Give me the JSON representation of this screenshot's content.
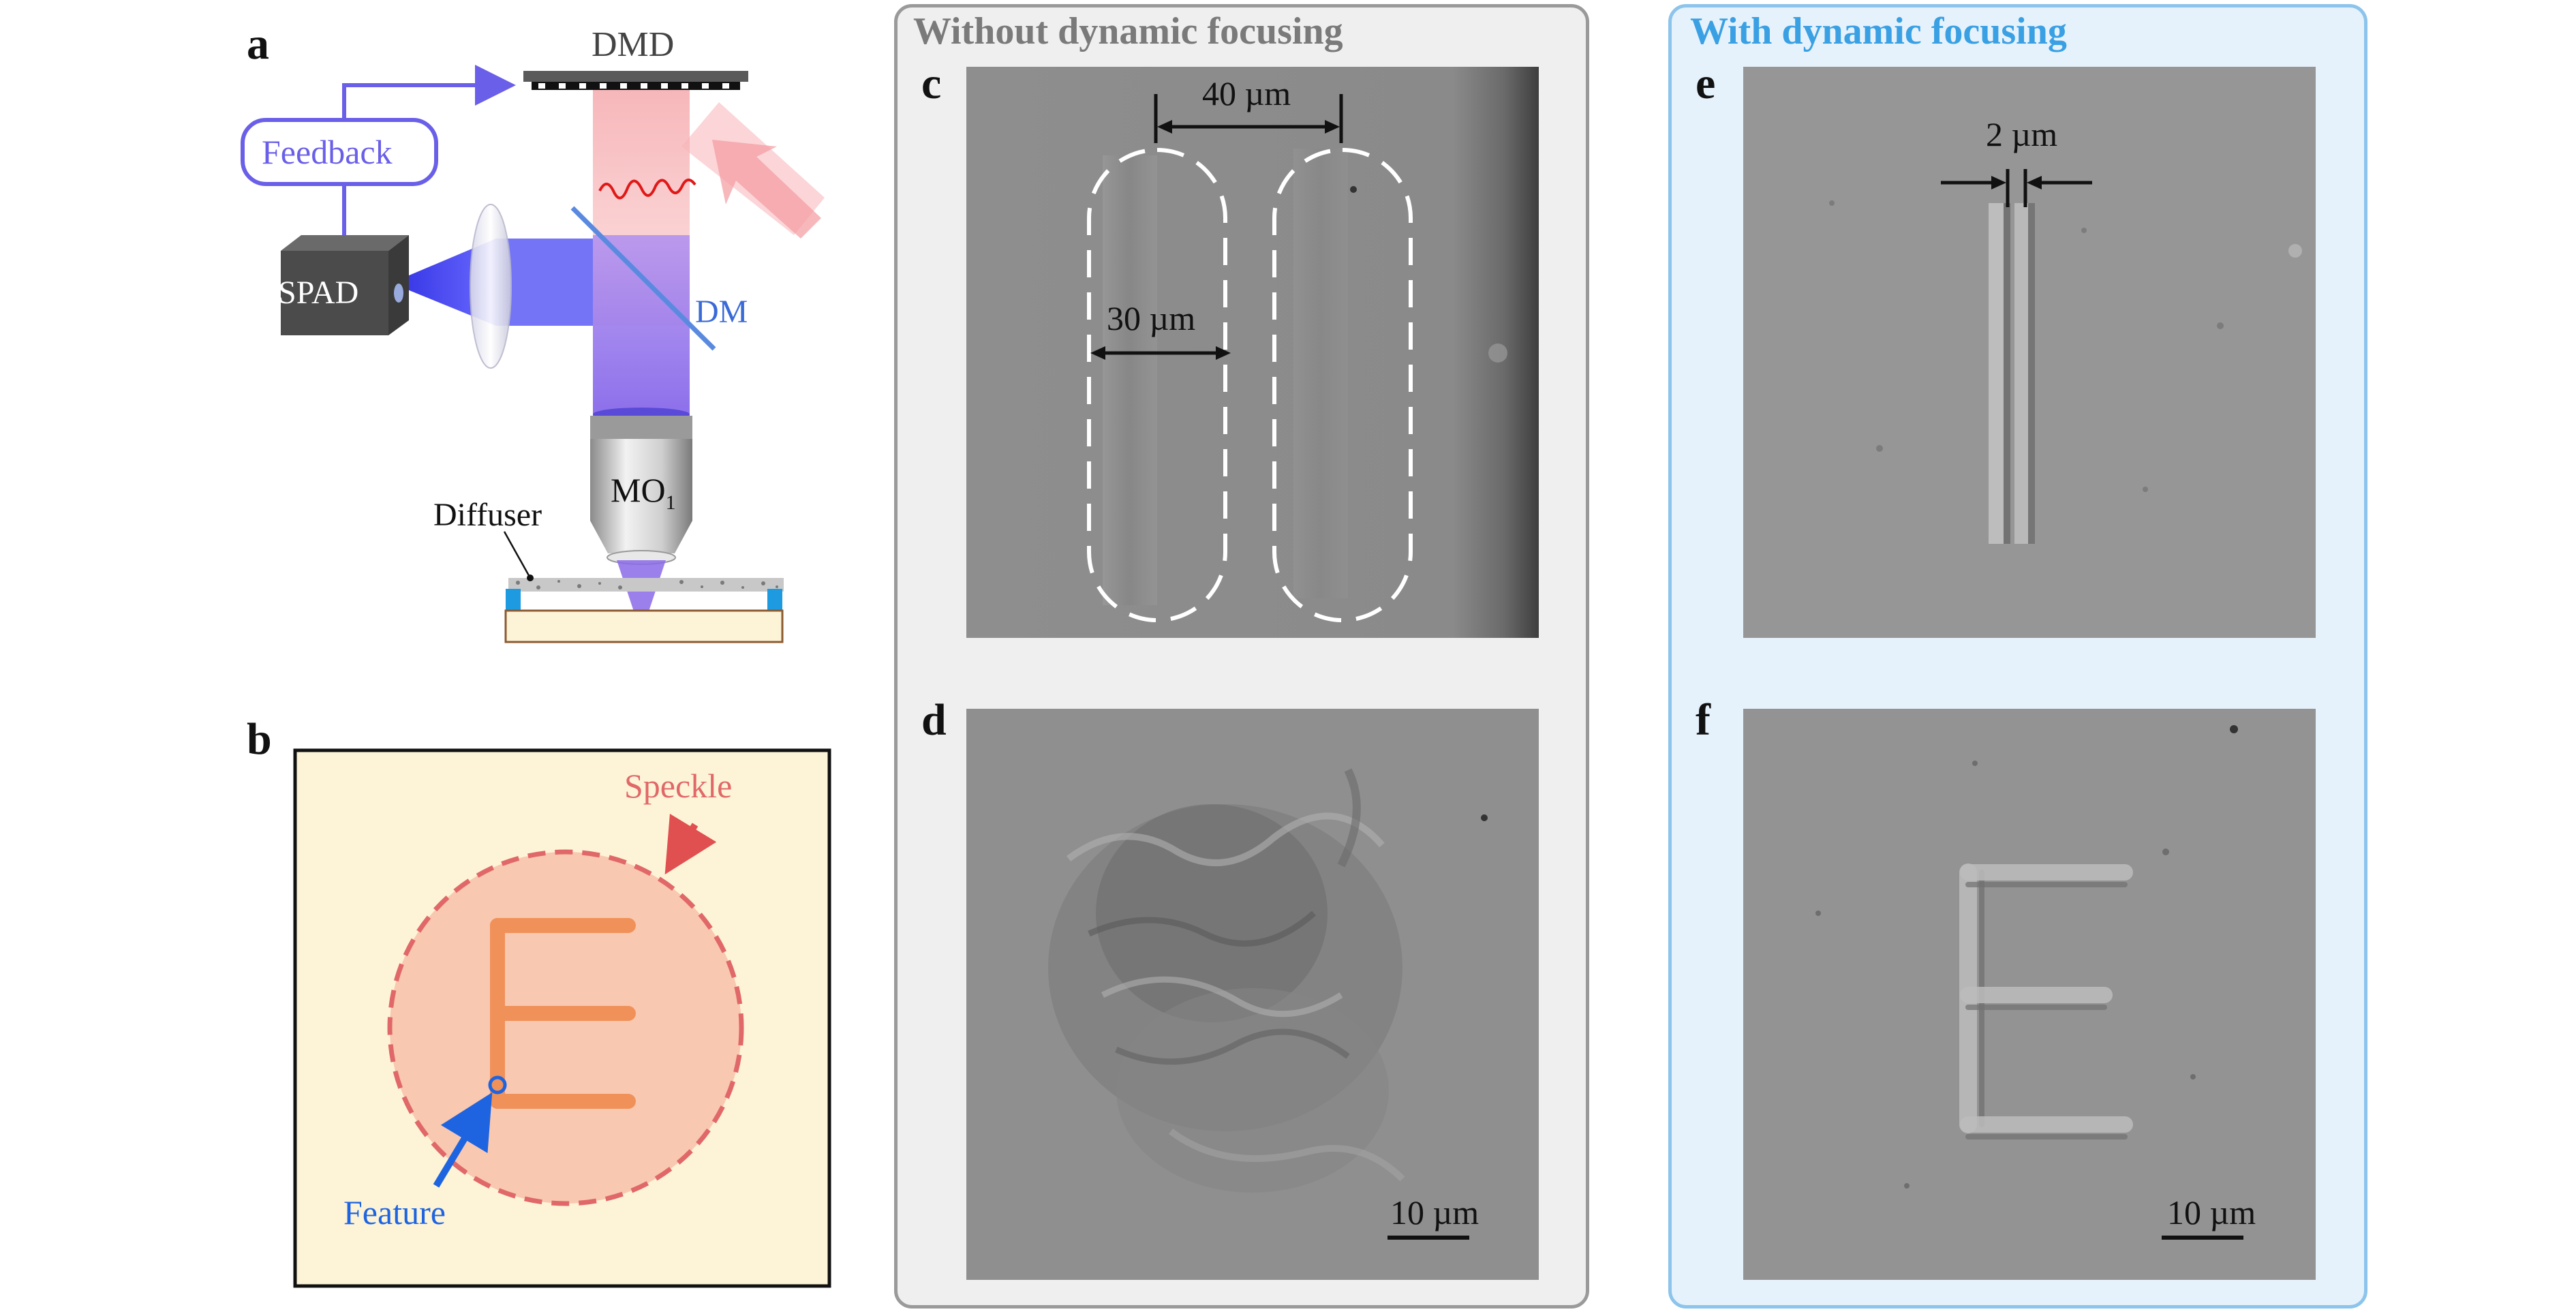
{
  "panel_labels": {
    "a": "a",
    "b": "b",
    "c": "c",
    "d": "d",
    "e": "e",
    "f": "f"
  },
  "setup": {
    "dmd": "DMD",
    "feedback": "Feedback",
    "spad": "SPAD",
    "dm": "DM",
    "objective": "MO",
    "objective_sub": "1",
    "diffuser": "Diffuser"
  },
  "schematic_b": {
    "speckle": "Speckle",
    "feature": "Feature",
    "letter_shape": "E"
  },
  "sections": {
    "without_title": "Without dynamic focusing",
    "with_title": "With dynamic focusing"
  },
  "measurements": {
    "c_top": "40 µm",
    "c_middle": "30 µm",
    "e_top": "2 µm",
    "d_scale": "10 µm",
    "f_scale": "10 µm"
  },
  "colors": {
    "without_bg": "#efefef",
    "without_border": "#9a9a9a",
    "with_bg": "#e6f2fb",
    "with_border": "#8cc4ec",
    "with_title": "#3aa0e4",
    "without_title": "#7a7a7a",
    "feedback": "#6a5fe8",
    "speckle": "#e06868",
    "feature": "#1e64e0",
    "letter_e": "#f08c50",
    "schematic_bg": "#fdf4d8",
    "beam_red": "#f8c0c0",
    "beam_purple": "#8f6ff0"
  }
}
